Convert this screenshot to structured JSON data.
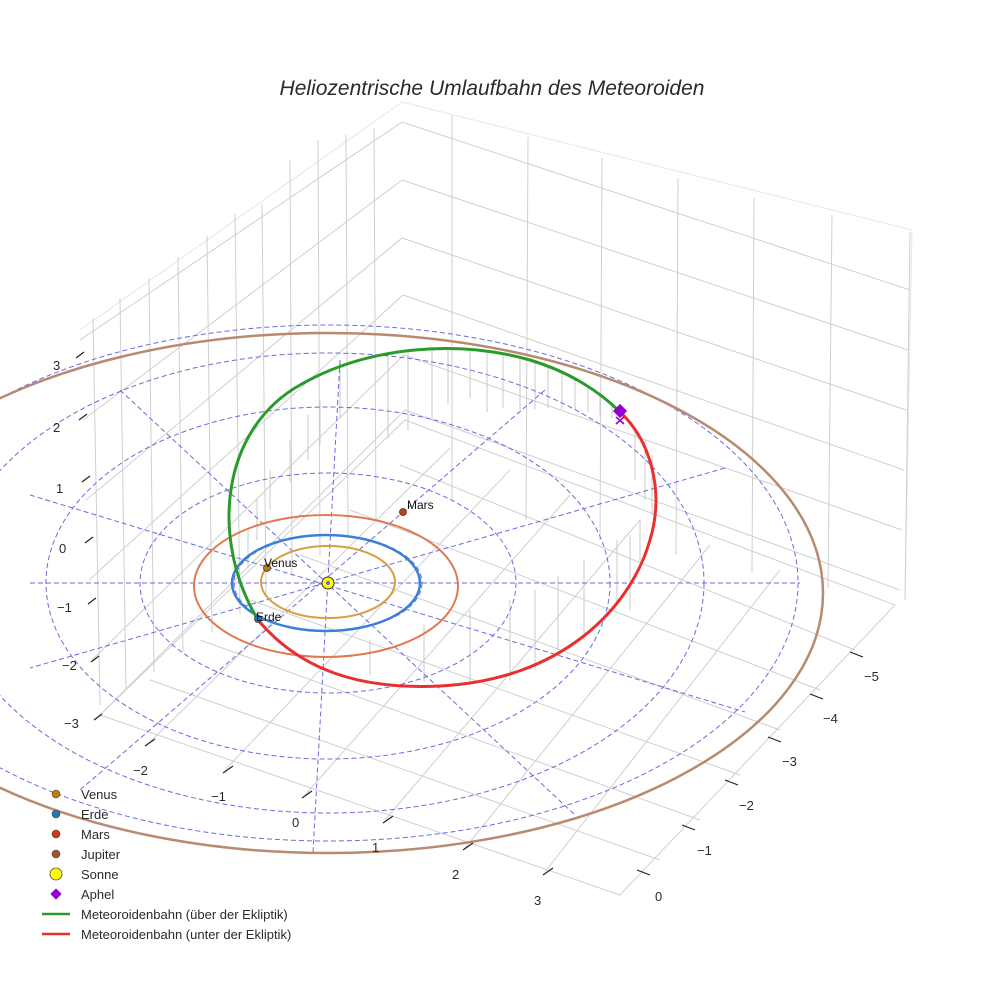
{
  "chart_data": {
    "type": "scatter3d",
    "title": "Heliozentrische Umlaufbahn des Meteoroiden",
    "axes": {
      "x": {
        "ticks": [
          -2,
          -1,
          0,
          1,
          2,
          3
        ],
        "range": [
          -3,
          3.5
        ]
      },
      "y": {
        "ticks": [
          0,
          -1,
          -2,
          -3,
          -4,
          -5
        ],
        "range": [
          -5.5,
          0.5
        ]
      },
      "z": {
        "ticks": [
          3,
          2,
          1,
          0,
          -1,
          -2,
          -3
        ],
        "range": [
          -3.5,
          3.5
        ]
      }
    },
    "grid": true,
    "ecliptic_reference": {
      "rings_au": [
        1,
        2,
        3,
        4,
        5
      ],
      "radial_lines": 12,
      "style": "dashed",
      "color": "#6a6ae0"
    },
    "series": [
      {
        "name": "Venus",
        "kind": "orbit+marker",
        "color": "#d4a040",
        "marker_color": "#c07a10",
        "orbit_radius_au": 0.72
      },
      {
        "name": "Erde",
        "kind": "orbit+marker",
        "color": "#3a80d8",
        "marker_color": "#1f77b4",
        "orbit_radius_au": 1.0
      },
      {
        "name": "Mars",
        "kind": "orbit+marker",
        "color": "#e07a50",
        "marker_color": "#c83c10",
        "orbit_radius_au": 1.52
      },
      {
        "name": "Jupiter",
        "kind": "orbit+marker",
        "color": "#b88a70",
        "marker_color": "#a0522d",
        "orbit_radius_au": 5.2
      },
      {
        "name": "Sonne",
        "kind": "marker",
        "color": "#ffff00",
        "position": [
          0,
          0,
          0
        ]
      },
      {
        "name": "Aphel",
        "kind": "marker",
        "color": "#9400d3",
        "symbol": "diamond"
      },
      {
        "name": "Meteoroidenbahn (über der Ekliptik)",
        "kind": "line",
        "color": "#2a9a2a"
      },
      {
        "name": "Meteoroidenbahn (unter der Ekliptik)",
        "kind": "line",
        "color": "#e83030"
      }
    ],
    "annotations": [
      "Venus",
      "Erde",
      "Mars"
    ],
    "legend_position": "bottom-left"
  },
  "legend": {
    "items": [
      {
        "label": "Venus",
        "symbol": "circle",
        "color": "#c07a10"
      },
      {
        "label": "Erde",
        "symbol": "circle",
        "color": "#1f77b4"
      },
      {
        "label": "Mars",
        "symbol": "circle",
        "color": "#c83c10"
      },
      {
        "label": "Jupiter",
        "symbol": "circle",
        "color": "#a0522d"
      },
      {
        "label": "Sonne",
        "symbol": "circle-large",
        "color": "#ffff00"
      },
      {
        "label": "Aphel",
        "symbol": "diamond",
        "color": "#9400d3"
      },
      {
        "label": "Meteoroidenbahn (über der Ekliptik)",
        "symbol": "line",
        "color": "#2a9a2a"
      },
      {
        "label": "Meteoroidenbahn (unter der Ekliptik)",
        "symbol": "line",
        "color": "#e83030"
      }
    ]
  },
  "labels": {
    "venus": "Venus",
    "erde": "Erde",
    "mars": "Mars"
  },
  "ticks": {
    "z": [
      "3",
      "2",
      "1",
      "0",
      "−1",
      "−2",
      "−3"
    ],
    "x": [
      "−2",
      "−1",
      "0",
      "1",
      "2",
      "3"
    ],
    "y": [
      "0",
      "−1",
      "−2",
      "−3",
      "−4",
      "−5"
    ]
  }
}
